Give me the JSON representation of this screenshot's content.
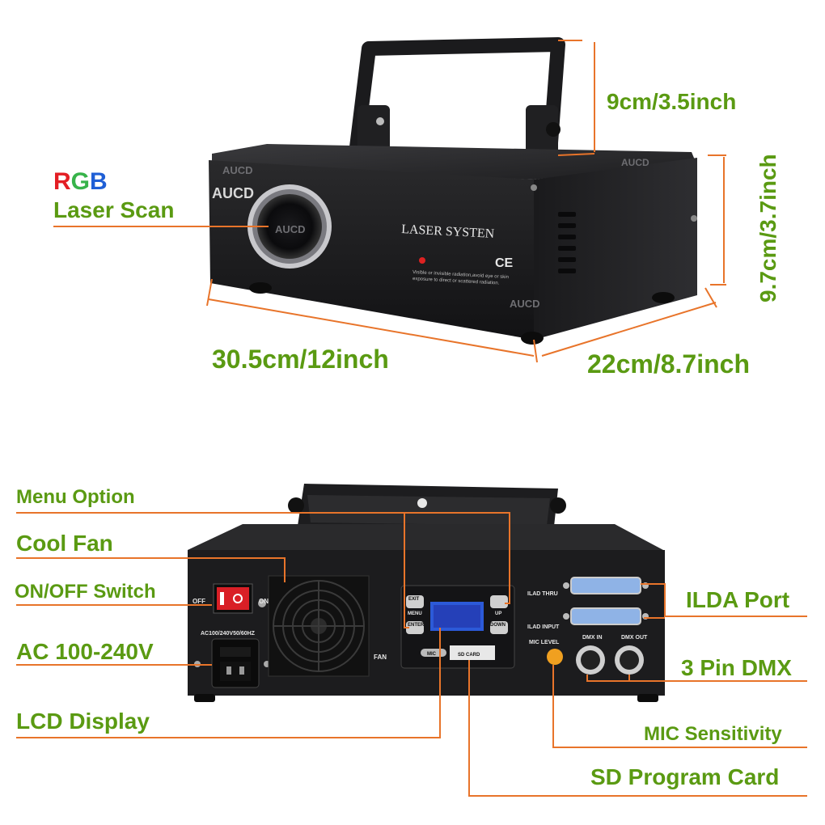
{
  "top": {
    "rgb_r": "R",
    "rgb_g": "G",
    "rgb_b": "B",
    "laser_scan": "Laser Scan",
    "height_handle": "9cm/3.5inch",
    "height_body": "9.7cm/3.7inch",
    "width": "30.5cm/12inch",
    "depth": "22cm/8.7inch",
    "brand": "AUCD",
    "front_text": "LASER SYSTEN",
    "warning_line1": "Visible or invisible radiation,avoid eye or skin",
    "warning_line2": "exposure to direct or scattered radiation.",
    "ce_mark": "CE"
  },
  "bottom": {
    "menu_option": "Menu Option",
    "cool_fan": "Cool Fan",
    "on_off_switch": "ON/OFF Switch",
    "ac_power": "AC 100-240V",
    "lcd_display": "LCD Display",
    "ilda_port": "ILDA Port",
    "dmx": "3 Pin DMX",
    "mic_sensitivity": "MIC Sensitivity",
    "sd_card": "SD Program Card",
    "panel": {
      "off": "OFF",
      "on": "ON",
      "ac_rating": "AC100/240V50/60HZ",
      "fan": "FAN",
      "exit": "EXIT",
      "menu": "MENU",
      "enter": "ENTER",
      "up": "UP",
      "down": "DOWN",
      "mic": "MIC",
      "sd": "SD CARD",
      "ilda_thru": "ILAD THRU",
      "ilda_input": "ILAD INPUT",
      "mic_level": "MIC LEVEL",
      "dmx_in": "DMX IN",
      "dmx_out": "DMX OUT"
    }
  },
  "colors": {
    "label_green": "#5a9a12",
    "leader_orange": "#e8742a",
    "rgb_red": "#e31e24",
    "rgb_green": "#37b34a",
    "rgb_blue": "#1f5fd6"
  }
}
